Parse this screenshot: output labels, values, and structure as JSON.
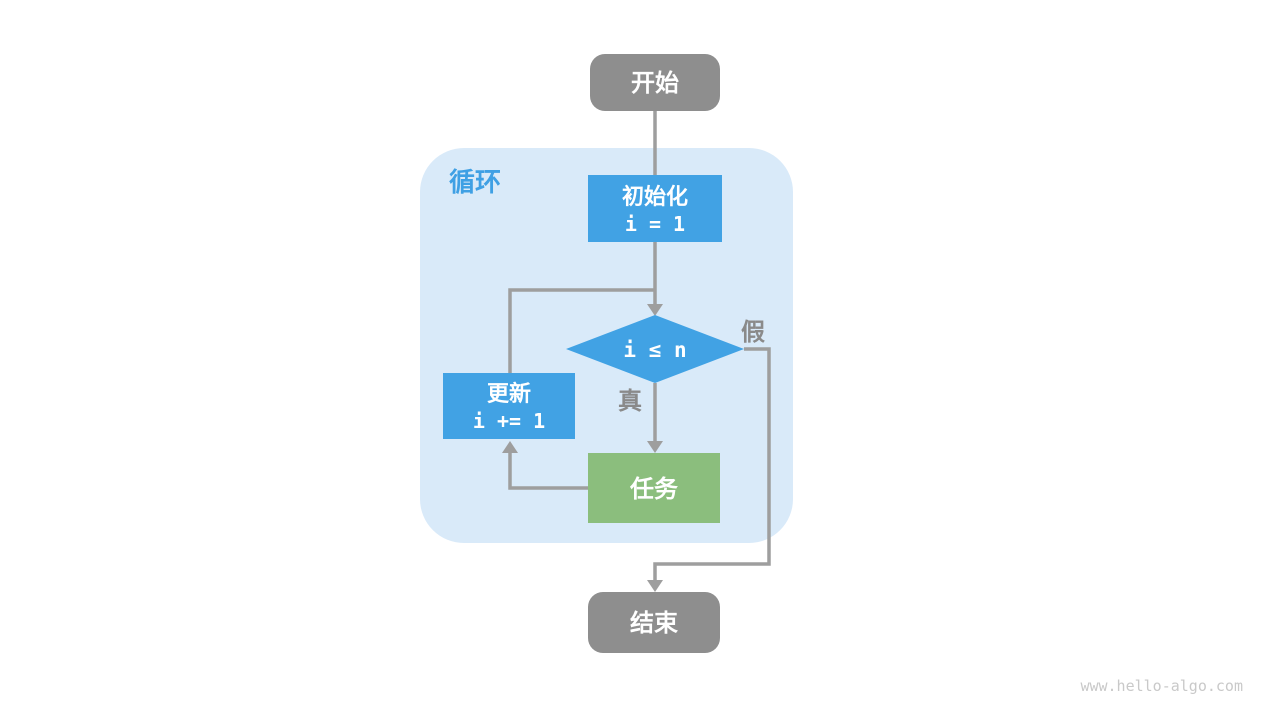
{
  "flowchart": {
    "loop_region": {
      "label": "循环"
    },
    "nodes": {
      "start": {
        "label": "开始"
      },
      "init": {
        "line1": "初始化",
        "line2": "i = 1"
      },
      "condition": {
        "label": "i ≤ n"
      },
      "update": {
        "line1": "更新",
        "line2": "i += 1"
      },
      "task": {
        "label": "任务"
      },
      "end": {
        "label": "结束"
      }
    },
    "branch_labels": {
      "true_branch": "真",
      "false_branch": "假"
    }
  },
  "footer": {
    "watermark": "www.hello-algo.com"
  },
  "colors": {
    "terminal_gray": "#8e8e8e",
    "process_blue": "#41a2e4",
    "loop_bg_blue": "#d9eaf9",
    "loop_label_blue": "#3fa0e4",
    "task_green": "#8bbe7d",
    "line_gray": "#9e9e9e",
    "branch_label_gray": "#8a8a8a",
    "text_white": "#ffffff",
    "watermark_gray": "#c9c9c9"
  }
}
